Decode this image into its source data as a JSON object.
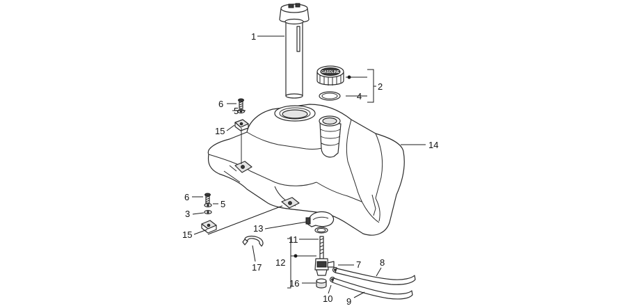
{
  "callouts": {
    "c1": "1",
    "c2": "2",
    "c3": "3",
    "c4": "4",
    "c5a": "5",
    "c5b": "5",
    "c6a": "6",
    "c6b": "6",
    "c7": "7",
    "c8": "8",
    "c9": "9",
    "c10": "10",
    "c11": "11",
    "c12": "12",
    "c13": "13",
    "c14": "14",
    "c15a": "15",
    "c15b": "15",
    "c16": "16",
    "c17": "17"
  },
  "cap_label": "GASOLINE",
  "colors": {
    "line": "#2a2a2a",
    "shade": "#e4e4e4",
    "background": "#ffffff"
  }
}
